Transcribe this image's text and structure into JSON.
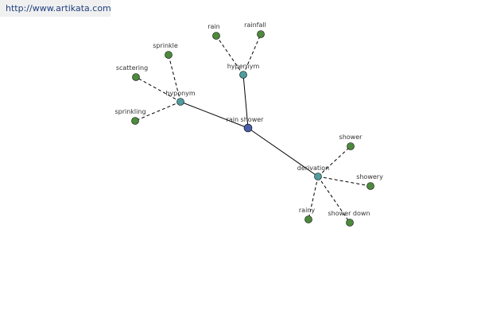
{
  "header": {
    "url": "http://www.artikata.com"
  },
  "colors": {
    "center": "#4a5da8",
    "relation": "#4f9c9e",
    "leaf": "#4c8a3c",
    "watermark_bg": "#f0f0f0",
    "watermark_text": "#1f3f7f"
  },
  "nodes": [
    {
      "id": "rain_shower",
      "label": "rain shower",
      "kind": "center"
    },
    {
      "id": "hypernym",
      "label": "hypernym",
      "kind": "relation"
    },
    {
      "id": "hyponym",
      "label": "hyponym",
      "kind": "relation"
    },
    {
      "id": "derivation",
      "label": "derivation",
      "kind": "relation"
    },
    {
      "id": "rain",
      "label": "rain",
      "kind": "leaf"
    },
    {
      "id": "rainfall",
      "label": "rainfall",
      "kind": "leaf"
    },
    {
      "id": "sprinkle",
      "label": "sprinkle",
      "kind": "leaf"
    },
    {
      "id": "scattering",
      "label": "scattering",
      "kind": "leaf"
    },
    {
      "id": "sprinkling",
      "label": "sprinkling",
      "kind": "leaf"
    },
    {
      "id": "shower",
      "label": "shower",
      "kind": "leaf"
    },
    {
      "id": "showery",
      "label": "showery",
      "kind": "leaf"
    },
    {
      "id": "rainy",
      "label": "rainy",
      "kind": "leaf"
    },
    {
      "id": "shower_down",
      "label": "shower down",
      "kind": "leaf"
    }
  ],
  "edges": [
    {
      "from": "rain_shower",
      "to": "hypernym",
      "style": "solid"
    },
    {
      "from": "rain_shower",
      "to": "hyponym",
      "style": "solid"
    },
    {
      "from": "rain_shower",
      "to": "derivation",
      "style": "solid"
    },
    {
      "from": "hypernym",
      "to": "rain",
      "style": "dashed"
    },
    {
      "from": "hypernym",
      "to": "rainfall",
      "style": "dashed"
    },
    {
      "from": "hyponym",
      "to": "sprinkle",
      "style": "dashed"
    },
    {
      "from": "hyponym",
      "to": "scattering",
      "style": "dashed"
    },
    {
      "from": "hyponym",
      "to": "sprinkling",
      "style": "dashed"
    },
    {
      "from": "derivation",
      "to": "shower",
      "style": "dashed"
    },
    {
      "from": "derivation",
      "to": "showery",
      "style": "dashed"
    },
    {
      "from": "derivation",
      "to": "rainy",
      "style": "dashed"
    },
    {
      "from": "derivation",
      "to": "shower_down",
      "style": "dashed"
    }
  ]
}
